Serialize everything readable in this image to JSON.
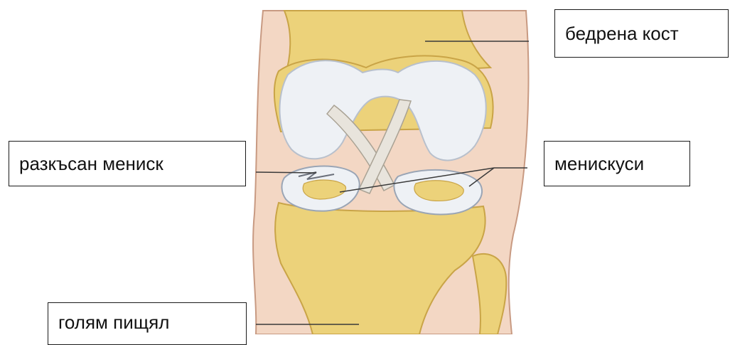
{
  "labels": {
    "femur": "бедрена кост",
    "torn_meniscus": "разкъсан мениск",
    "menisci": "менискуси",
    "tibia": "голям пищял"
  },
  "colors": {
    "bone": "#ecd27a",
    "bone_dark": "#c9a447",
    "cartilage": "#eef1f5",
    "cartilage_edge": "#b8c0cc",
    "skin": "#f3d7c4",
    "skin_edge": "#c89a82",
    "ligament": "#e8e4dc",
    "leader_line": "#3a3a3a"
  }
}
